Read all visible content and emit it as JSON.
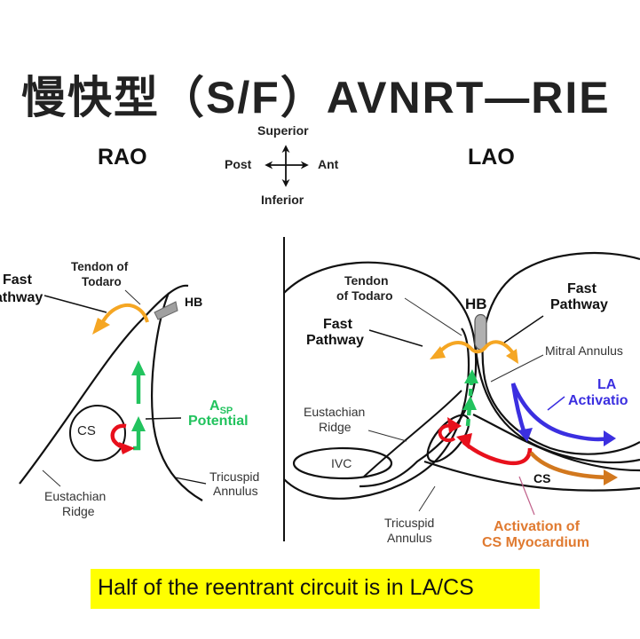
{
  "title": "慢快型（S/F）AVNRT—RIE",
  "views": {
    "rao": "RAO",
    "lao": "LAO"
  },
  "compass": {
    "superior": "Superior",
    "inferior": "Inferior",
    "posterior": "Post",
    "anterior": "Ant"
  },
  "rao_panel": {
    "fast_pathway_line1": "Fast",
    "fast_pathway_line2": "athway",
    "tendon_line1": "Tendon of",
    "tendon_line2": "Todaro",
    "hb": "HB",
    "asp_main": "A",
    "asp_sub": "SP",
    "asp_line2": "Potential",
    "cs": "CS",
    "tricuspid_line1": "Tricuspid",
    "tricuspid_line2": "Annulus",
    "eustachian_line1": "Eustachian",
    "eustachian_line2": "Ridge"
  },
  "lao_panel": {
    "tendon_line1": "Tendon",
    "tendon_line2": "of Todaro",
    "hb": "HB",
    "fast_left_line1": "Fast",
    "fast_left_line2": "Pathway",
    "fast_right_line1": "Fast",
    "fast_right_line2": "Pathway",
    "mitral": "Mitral Annulus",
    "la_line1": "LA",
    "la_line2": "Activatio",
    "eustachian_line1": "Eustachian",
    "eustachian_line2": "Ridge",
    "ivc": "IVC",
    "cs": "CS",
    "tricuspid_line1": "Tricuspid",
    "tricuspid_line2": "Annulus",
    "cs_myo_line1": "Activation of",
    "cs_myo_line2": "CS Myocardium"
  },
  "caption": "Half of the reentrant circuit is in LA/CS",
  "colors": {
    "fast_pathway_arrow": "#f5a623",
    "slow_pathway_arrow": "#22c35e",
    "asp_text": "#22c35e",
    "cs_reentry_arrow": "#e8101c",
    "la_activation": "#3b2fe0",
    "cs_activation_arrow": "#d2781e",
    "cs_myo_text": "#e07a30",
    "caption_bg": "#ffff00",
    "his_bundle": "#b0b0b0"
  }
}
